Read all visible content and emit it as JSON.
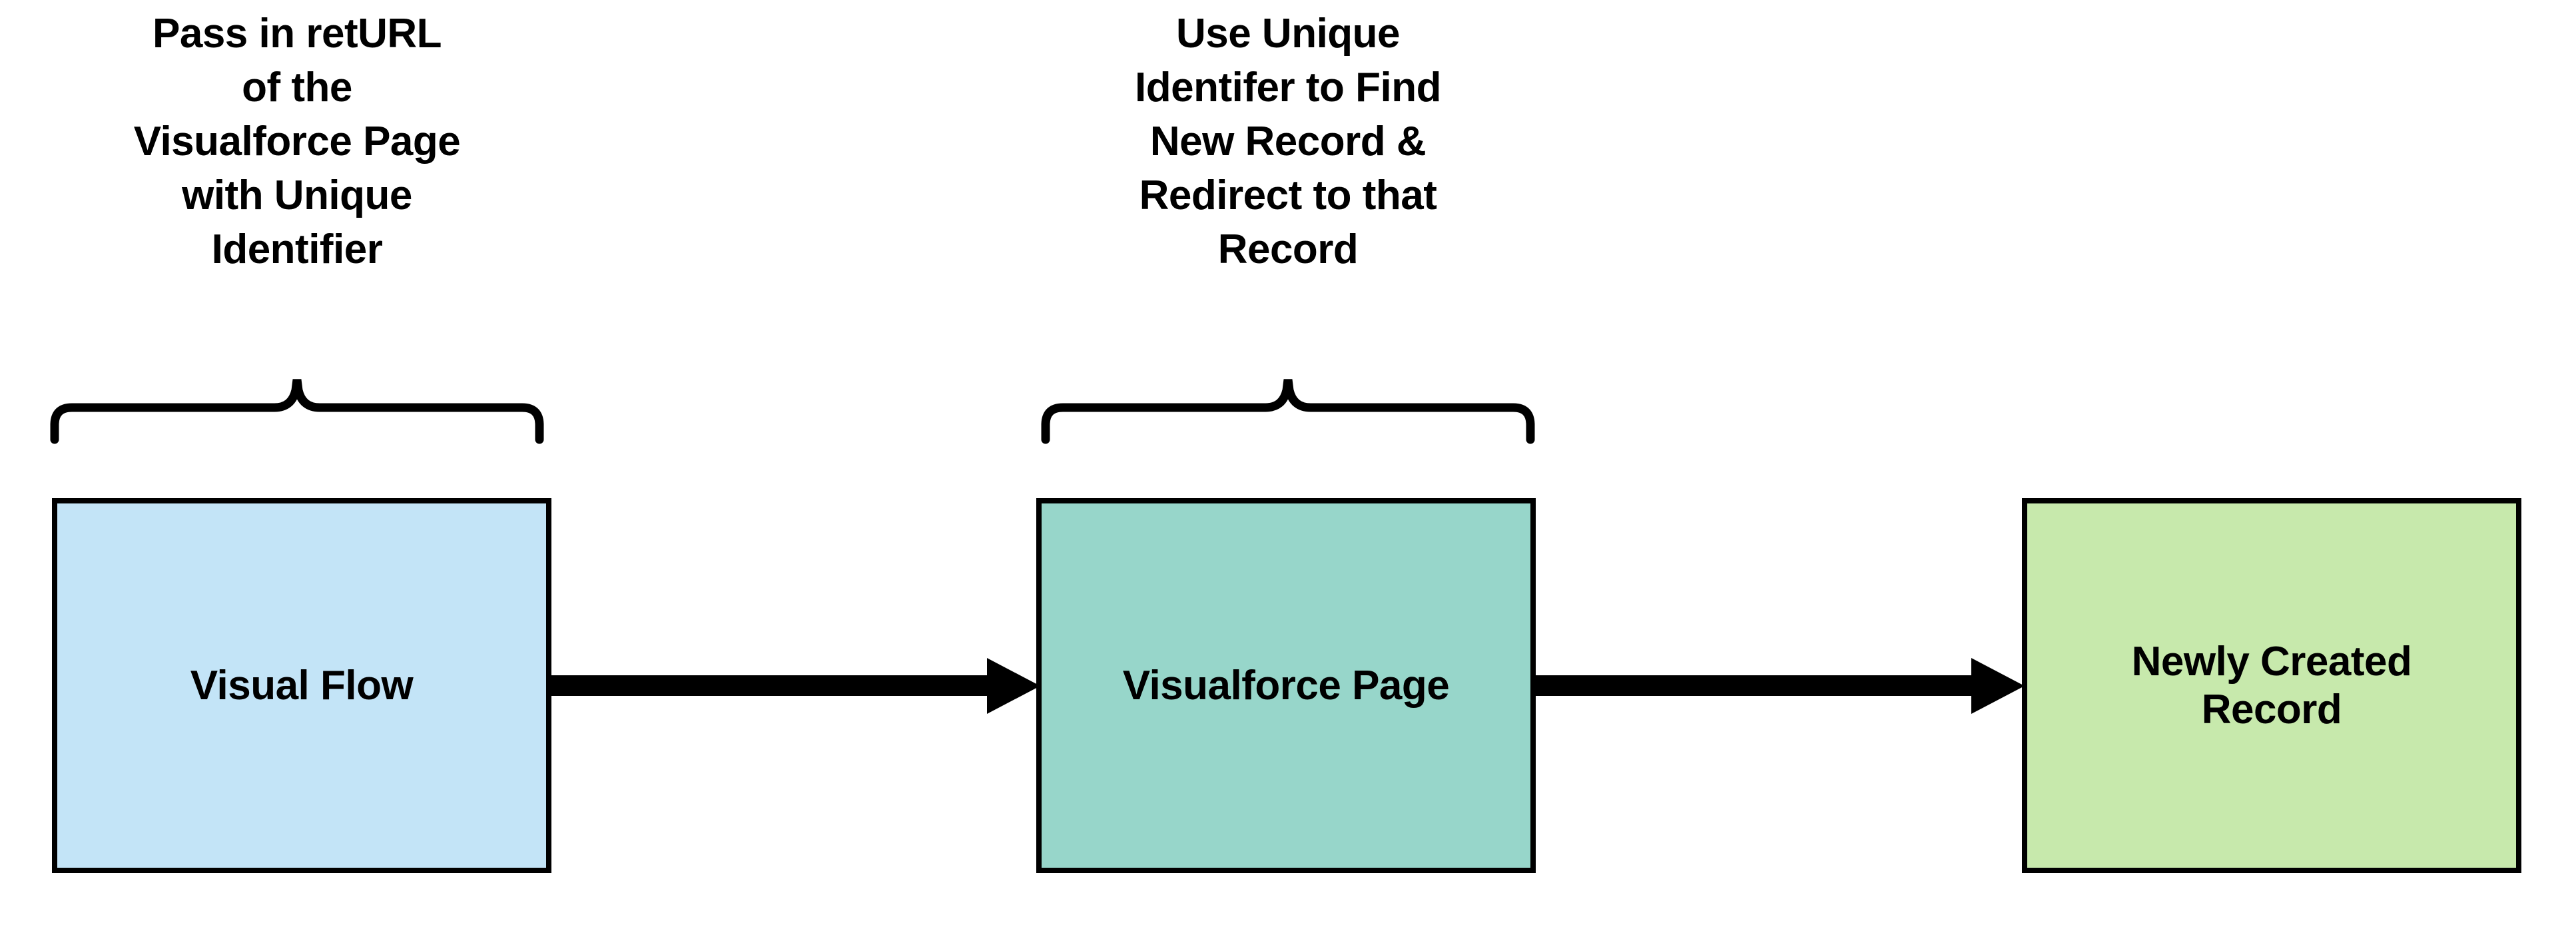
{
  "diagram": {
    "title": "Visual Flow to Visualforce Page redirect flow",
    "background_color": "#ffffff",
    "annotations": [
      {
        "id": "pass-in-returl",
        "text": "Pass in retURL\nof the\nVisualforce Page\nwith Unique\nIdentifier",
        "brace_name": "curly-brace-down",
        "targets": "Visual Flow"
      },
      {
        "id": "use-unique-identifer",
        "text": "Use Unique\nIdentifer to Find\nNew Record &\nRedirect to that\nRecord",
        "brace_name": "curly-brace-down",
        "targets": "Visualforce Page"
      }
    ],
    "nodes": [
      {
        "id": "visual-flow",
        "label": "Visual Flow",
        "fill": "#c3e4f7",
        "stroke": "#000000"
      },
      {
        "id": "visualforce-page",
        "label": "Visualforce Page",
        "fill": "#97d6ca",
        "stroke": "#000000"
      },
      {
        "id": "newly-created-record",
        "label": "Newly Created\nRecord",
        "fill": "#c7e9ac",
        "stroke": "#000000"
      }
    ],
    "edges": [
      {
        "id": "edge-flow-to-page",
        "from": "visual-flow",
        "to": "visualforce-page",
        "label": "",
        "color": "#000000",
        "marker": "arrow-right"
      },
      {
        "id": "edge-page-to-record",
        "from": "visualforce-page",
        "to": "newly-created-record",
        "label": "",
        "color": "#000000",
        "marker": "arrow-right"
      }
    ]
  }
}
